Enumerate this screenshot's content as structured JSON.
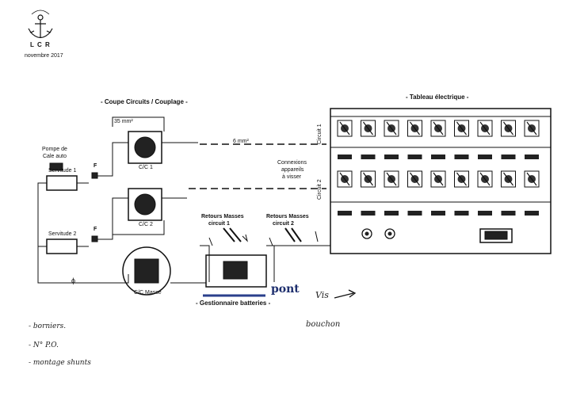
{
  "logo": {
    "text": "L C R",
    "icon": "anchor-icon"
  },
  "date": "novembre 2017",
  "sections": {
    "coupe": "- Coupe Circuits / Couplage -",
    "tableau": "- Tableau électrique -",
    "gestionnaire": "- Gestionnaire batteries -"
  },
  "labels": {
    "cable_35": "35 mm²",
    "cable_6": "6 mm²",
    "pompe": [
      "Pompe de",
      "Cale auto"
    ],
    "servitude1": "Servitude 1",
    "servitude2": "Servitude 2",
    "fuse": "F",
    "cc1": "C/C 1",
    "cc2": "C/C 2",
    "cc_masse": "C/C Masse",
    "retours1": [
      "Retours Masses",
      "circuit 1"
    ],
    "retours2": [
      "Retours Masses",
      "circuit 2"
    ],
    "connexions": [
      "Connexions",
      "appareils",
      "à visser"
    ],
    "circuit1": "Circuit 1",
    "circuit2": "Circuit 2",
    "phi": "ϕ"
  },
  "annotations": {
    "pont": "pont",
    "vis": "Vis",
    "bouchon": "bouchon",
    "bornier": "- borniers.",
    "npo": "- N° P.O.",
    "montage": "- montage shunts"
  },
  "colors": {
    "ink": "#111111",
    "pont_text": "#1e2f6e",
    "pont_line": "#2a3f8c"
  }
}
